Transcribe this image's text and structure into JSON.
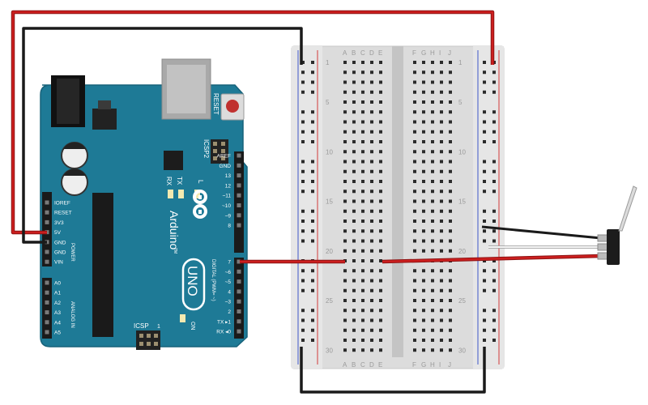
{
  "arduino": {
    "reset": "RESET",
    "icsp2": "ICSP2",
    "icsp": "ICSP",
    "icsp_num": "1",
    "tx": "TX",
    "rx": "RX",
    "l": "L",
    "on": "ON",
    "brand": "Arduino",
    "tm": "TM",
    "model": "UNO",
    "power_title": "POWER",
    "analog_title": "ANALOG IN",
    "digital_title": "DIGITAL (PWM= ~)",
    "power_pins": [
      "IOREF",
      "RESET",
      "3V3",
      "5V",
      "GND",
      "GND",
      "VIN"
    ],
    "analog_pins": [
      "A0",
      "A1",
      "A2",
      "A3",
      "A4",
      "A5"
    ],
    "top_header_pins": [
      "AREF",
      "GND",
      "13",
      "12",
      "~11",
      "~10",
      "~9",
      "8"
    ],
    "bottom_header_pins": [
      "7",
      "~6",
      "~5",
      "4",
      "~3",
      "2",
      "TX ▸1",
      "RX ◂0"
    ]
  },
  "breadboard": {
    "columns_left": [
      "A",
      "B",
      "C",
      "D",
      "E"
    ],
    "columns_right": [
      "F",
      "G",
      "H",
      "I",
      "J"
    ],
    "row_numbers": [
      "1",
      "5",
      "10",
      "15",
      "20",
      "25",
      "30"
    ]
  },
  "colors": {
    "arduino_teal": "#1e7a96",
    "wire_red": "#cc1e1e",
    "wire_black": "#1a1a1a",
    "wire_white": "#e8e8e8",
    "rail_red": "#d23b3b",
    "rail_blue": "#3f55c8"
  }
}
